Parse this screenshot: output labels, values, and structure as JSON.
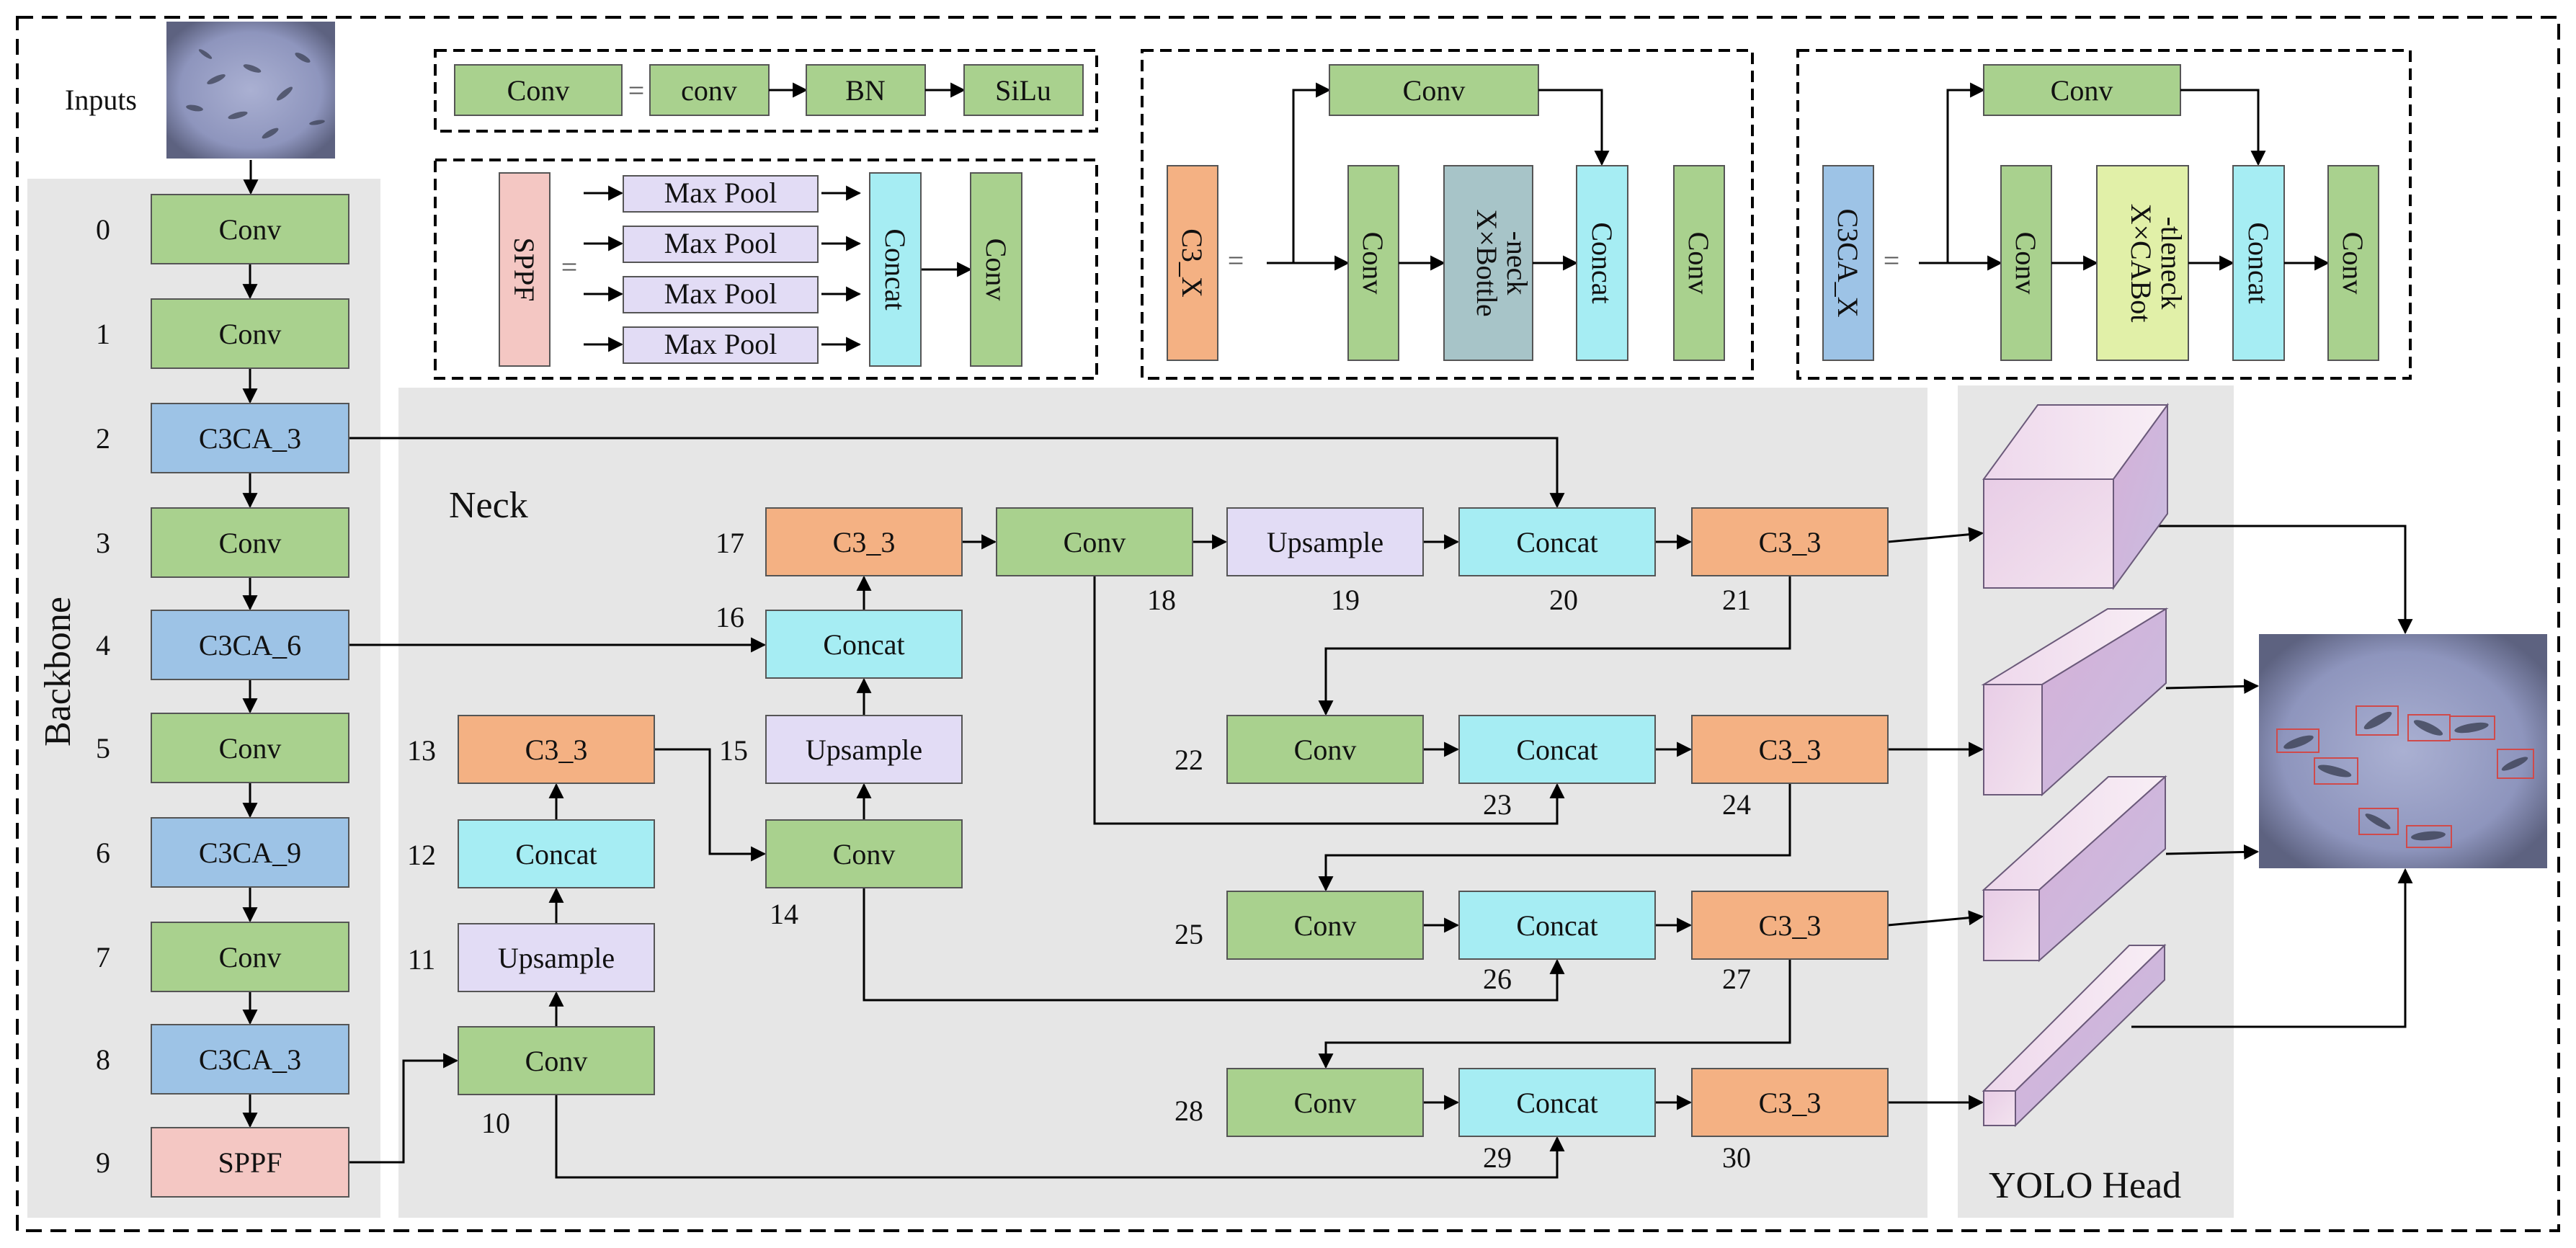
{
  "labels": {
    "inputs": "Inputs",
    "backbone": "Backbone",
    "neck": "Neck",
    "head": "YOLO Head",
    "eq": "="
  },
  "legend_conv": {
    "conv": "Conv",
    "conv_lower": "conv",
    "bn": "BN",
    "silu": "SiLu"
  },
  "legend_sppf": {
    "sppf": "SPPF",
    "maxpool": "Max Pool",
    "concat": "Concat",
    "conv": "Conv"
  },
  "legend_c3x": {
    "name": "C3_X",
    "conv": "Conv",
    "bottle_line1": "X×Bottle",
    "bottle_line2": "-neck",
    "concat": "Concat"
  },
  "legend_c3ca": {
    "name": "C3CA_X",
    "conv": "Conv",
    "cabot_line1": "X×CABot",
    "cabot_line2": "-tleneck",
    "concat": "Concat"
  },
  "backbone_layers": [
    {
      "num": "0",
      "label": "Conv",
      "kind": "conv"
    },
    {
      "num": "1",
      "label": "Conv",
      "kind": "conv"
    },
    {
      "num": "2",
      "label": "C3CA_3",
      "kind": "c3ca"
    },
    {
      "num": "3",
      "label": "Conv",
      "kind": "conv"
    },
    {
      "num": "4",
      "label": "C3CA_6",
      "kind": "c3ca"
    },
    {
      "num": "5",
      "label": "Conv",
      "kind": "conv"
    },
    {
      "num": "6",
      "label": "C3CA_9",
      "kind": "c3ca"
    },
    {
      "num": "7",
      "label": "Conv",
      "kind": "conv"
    },
    {
      "num": "8",
      "label": "C3CA_3",
      "kind": "c3ca"
    },
    {
      "num": "9",
      "label": "SPPF",
      "kind": "sppf"
    }
  ],
  "neck_nodes": [
    {
      "num": "10",
      "label": "Conv",
      "kind": "conv"
    },
    {
      "num": "11",
      "label": "Upsample",
      "kind": "upsample"
    },
    {
      "num": "12",
      "label": "Concat",
      "kind": "concat"
    },
    {
      "num": "13",
      "label": "C3_3",
      "kind": "c3"
    },
    {
      "num": "14",
      "label": "Conv",
      "kind": "conv"
    },
    {
      "num": "15",
      "label": "Upsample",
      "kind": "upsample"
    },
    {
      "num": "16",
      "label": "Concat",
      "kind": "concat"
    },
    {
      "num": "17",
      "label": "C3_3",
      "kind": "c3"
    },
    {
      "num": "18",
      "label": "Conv",
      "kind": "conv"
    },
    {
      "num": "19",
      "label": "Upsample",
      "kind": "upsample"
    },
    {
      "num": "20",
      "label": "Concat",
      "kind": "concat"
    },
    {
      "num": "21",
      "label": "C3_3",
      "kind": "c3"
    },
    {
      "num": "22",
      "label": "Conv",
      "kind": "conv"
    },
    {
      "num": "23",
      "label": "Concat",
      "kind": "concat"
    },
    {
      "num": "24",
      "label": "C3_3",
      "kind": "c3"
    },
    {
      "num": "25",
      "label": "Conv",
      "kind": "conv"
    },
    {
      "num": "26",
      "label": "Concat",
      "kind": "concat"
    },
    {
      "num": "27",
      "label": "C3_3",
      "kind": "c3"
    },
    {
      "num": "28",
      "label": "Conv",
      "kind": "conv"
    },
    {
      "num": "29",
      "label": "Concat",
      "kind": "concat"
    },
    {
      "num": "30",
      "label": "C3_3",
      "kind": "c3"
    }
  ],
  "colors": {
    "conv": "#a9d18e",
    "c3ca": "#9dc3e6",
    "sppf": "#f4c7c3",
    "upsample": "#e2dcf5",
    "concat": "#a6edf3",
    "c3": "#f4b183",
    "bottleneck": "#a7c4c8",
    "cabottleneck": "#e1f0a8",
    "panel": "#e6e6e6",
    "cube": "#e6c6e2"
  }
}
